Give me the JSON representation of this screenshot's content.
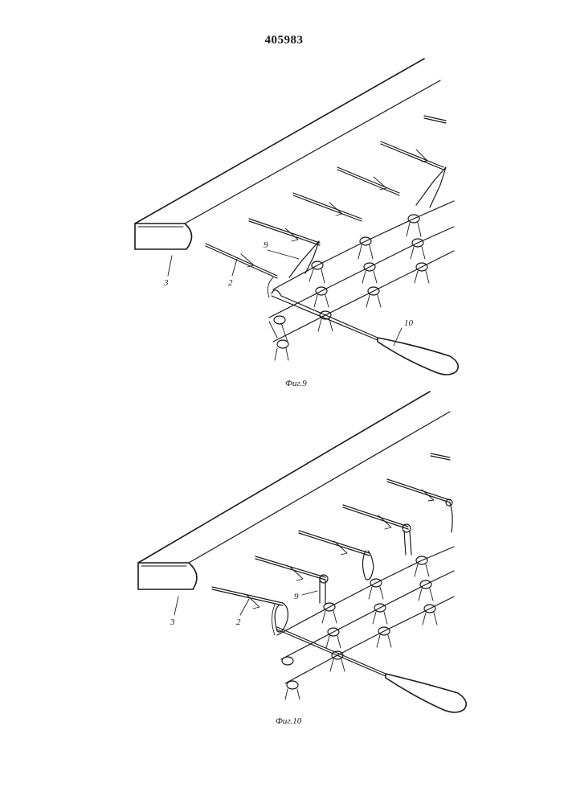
{
  "page": {
    "number": "405983"
  },
  "figures": [
    {
      "caption": "Фиг.9",
      "labels": {
        "bar": "3",
        "rod": "2",
        "loop": "9",
        "tool": "10"
      }
    },
    {
      "caption": "Фиг.10",
      "labels": {
        "bar": "3",
        "rod": "2",
        "loop": "9"
      }
    }
  ]
}
